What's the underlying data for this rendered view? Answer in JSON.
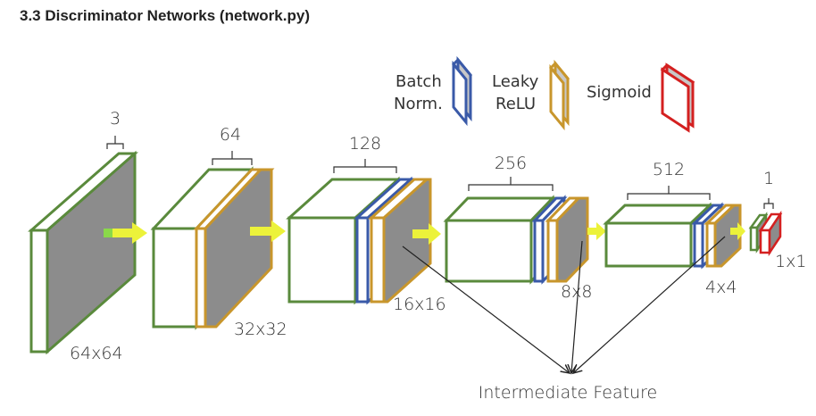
{
  "section_title": "3.3 Discriminator Networks (network.py)",
  "legend": {
    "batch_norm_line1": "Batch",
    "batch_norm_line2": "Norm.",
    "leaky_relu_line1": "Leaky",
    "leaky_relu_line2": "ReLU",
    "sigmoid": "Sigmoid"
  },
  "layers": [
    {
      "channels": "3",
      "size": "64x64"
    },
    {
      "channels": "64",
      "size": "32x32"
    },
    {
      "channels": "128",
      "size": "16x16"
    },
    {
      "channels": "256",
      "size": "8x8"
    },
    {
      "channels": "512",
      "size": "4x4"
    },
    {
      "channels": "1",
      "size": "1x1"
    }
  ],
  "feature_label": "Intermediate Feature",
  "colors": {
    "conv": "#5a8a3c",
    "batch_norm": "#3a5aa8",
    "leaky_relu": "#c8962c",
    "sigmoid": "#d42020",
    "arrow": "#ecf23a",
    "face": "#8c8c8c"
  }
}
